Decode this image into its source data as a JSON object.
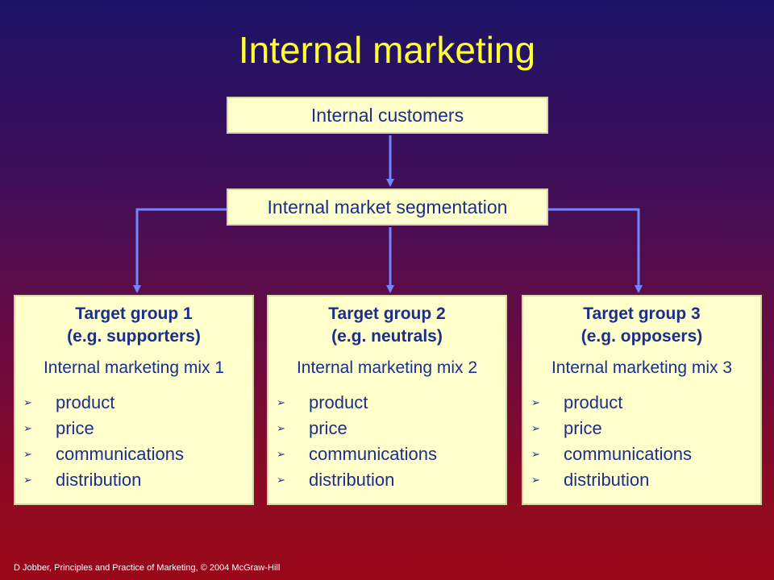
{
  "slide": {
    "title": "Internal marketing",
    "footer": "D Jobber, Principles and Practice of Marketing, © 2004 McGraw-Hill"
  },
  "nodes": {
    "customers": "Internal customers",
    "segmentation": "Internal market segmentation"
  },
  "groups": [
    {
      "title": "Target group 1",
      "subtitle": "(e.g. supporters)",
      "mix": "Internal marketing mix 1",
      "items": [
        "product",
        "price",
        "communications",
        "distribution"
      ]
    },
    {
      "title": "Target group 2",
      "subtitle": "(e.g. neutrals)",
      "mix": "Internal marketing mix 2",
      "items": [
        "product",
        "price",
        "communications",
        "distribution"
      ]
    },
    {
      "title": "Target group 3",
      "subtitle": "(e.g. opposers)",
      "mix": "Internal marketing mix 3",
      "items": [
        "product",
        "price",
        "communications",
        "distribution"
      ]
    }
  ],
  "bullet_glyph": "➢",
  "colors": {
    "title": "#ffff33",
    "box_fill": "#ffffcc",
    "box_text": "#1a2e8c",
    "connector": "#6f86ff"
  }
}
